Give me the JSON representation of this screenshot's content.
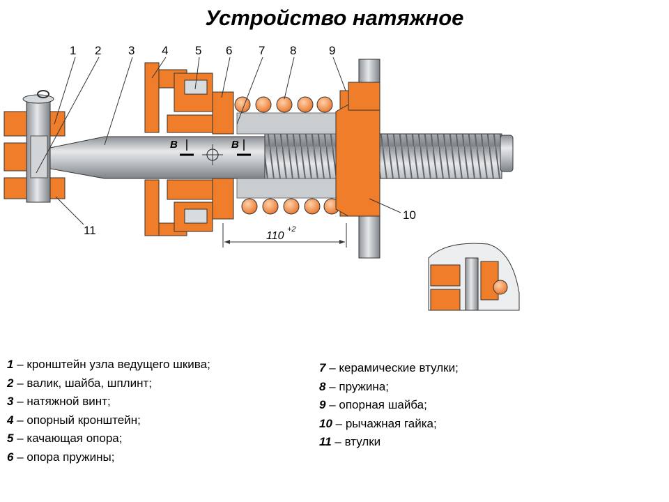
{
  "title": "Устройство натяжное",
  "callouts": [
    "1",
    "2",
    "3",
    "4",
    "5",
    "6",
    "7",
    "8",
    "9",
    "10",
    "11"
  ],
  "section_mark": "В",
  "dimension": {
    "value": "110",
    "tolerance": "+2"
  },
  "colors": {
    "part_orange": "#ef7d2a",
    "steel": "#b8bcc0",
    "outline": "#333333"
  },
  "legend": {
    "left": [
      {
        "num": "1",
        "text": "– кронштейн узла ведущего шкива;"
      },
      {
        "num": "2",
        "text": "– валик, шайба, шплинт;"
      },
      {
        "num": "3",
        "text": "– натяжной винт;"
      },
      {
        "num": "4",
        "text": "– опорный кронштейн;"
      },
      {
        "num": "5",
        "text": "– качающая опора;"
      },
      {
        "num": "6",
        "text": "– опора пружины;"
      }
    ],
    "right": [
      {
        "num": "7",
        "text": "– керамические втулки;"
      },
      {
        "num": "8",
        "text": "– пружина;"
      },
      {
        "num": "9",
        "text": "– опорная шайба;"
      },
      {
        "num": "10",
        "text": "– рычажная гайка;"
      },
      {
        "num": "11",
        "text": "– втулки"
      }
    ]
  }
}
